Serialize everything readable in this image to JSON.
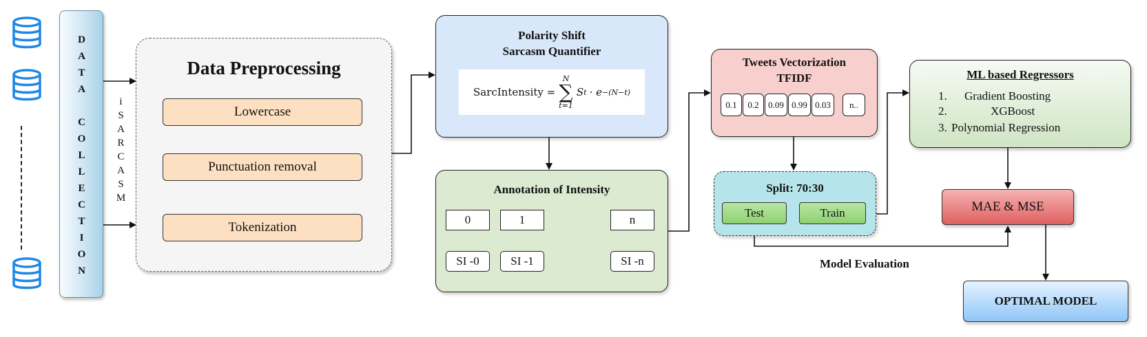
{
  "data_collection": {
    "label": "DATA COLLECTION",
    "source_label": "iSARCASM"
  },
  "preprocessing": {
    "title": "Data Preprocessing",
    "steps": [
      "Lowercase",
      "Punctuation removal",
      "Tokenization"
    ]
  },
  "polarity": {
    "title_line1": "Polarity Shift",
    "title_line2": "Sarcasm Quantifier",
    "formula_lhs": "SarcIntensity =",
    "formula_sum_top": "N",
    "formula_sum_bottom": "t=1",
    "formula_term": "S",
    "formula_sub": "t",
    "formula_exp": "· e",
    "formula_power": "−(N−t)"
  },
  "annotation": {
    "title": "Annotation of Intensity",
    "inputs": [
      "0",
      "1",
      "n"
    ],
    "outputs": [
      "SI -0",
      "SI -1",
      "SI -n"
    ]
  },
  "tweets": {
    "title_line1": "Tweets Vectorization",
    "title_line2": "TFIDF",
    "vector": [
      "0.1",
      "0.2",
      "0.09",
      "0.99",
      "0.03",
      "n.."
    ]
  },
  "split": {
    "title": "Split: 70:30",
    "test_label": "Test",
    "train_label": "Train"
  },
  "model_evaluation_label": "Model Evaluation",
  "regressors": {
    "title": "ML based Regressors",
    "items": [
      {
        "num": "1.",
        "name": "Gradient Boosting"
      },
      {
        "num": "2.",
        "name": "XGBoost"
      },
      {
        "num": "3.",
        "name": "Polynomial Regression"
      }
    ]
  },
  "metrics": {
    "label": "MAE & MSE"
  },
  "result": {
    "label": "OPTIMAL MODEL"
  },
  "colors": {
    "db_icon": "#1e88e5",
    "preproc_step": "#fde0c2",
    "polarity_bg": "#d9e7fb",
    "annotation_bg": "#dcead2",
    "tweets_bg": "#f7cfcc",
    "split_bg": "#b5e5ea",
    "mae_bg": "#e06060",
    "optimal_bg": "#8fc6f7"
  }
}
